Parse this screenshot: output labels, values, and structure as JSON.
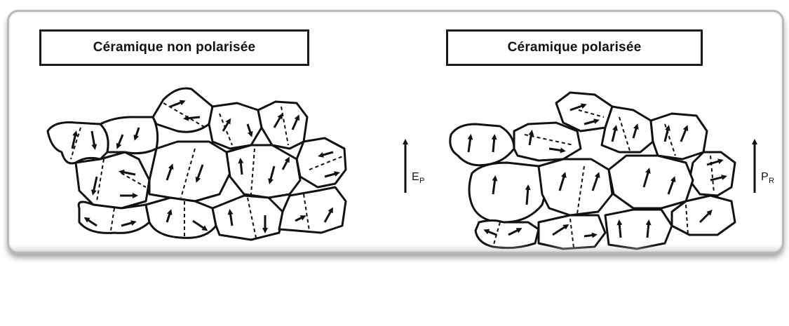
{
  "panels": {
    "left_title": "Céramique non polarisée",
    "right_title": "Céramique polarisée"
  },
  "field_label": {
    "main": "E",
    "sub": "P"
  },
  "polarization_label": {
    "main": "P",
    "sub": "R"
  },
  "colors": {
    "ink": "#111111",
    "frame": "#b9b9b9",
    "background": "#ffffff"
  }
}
